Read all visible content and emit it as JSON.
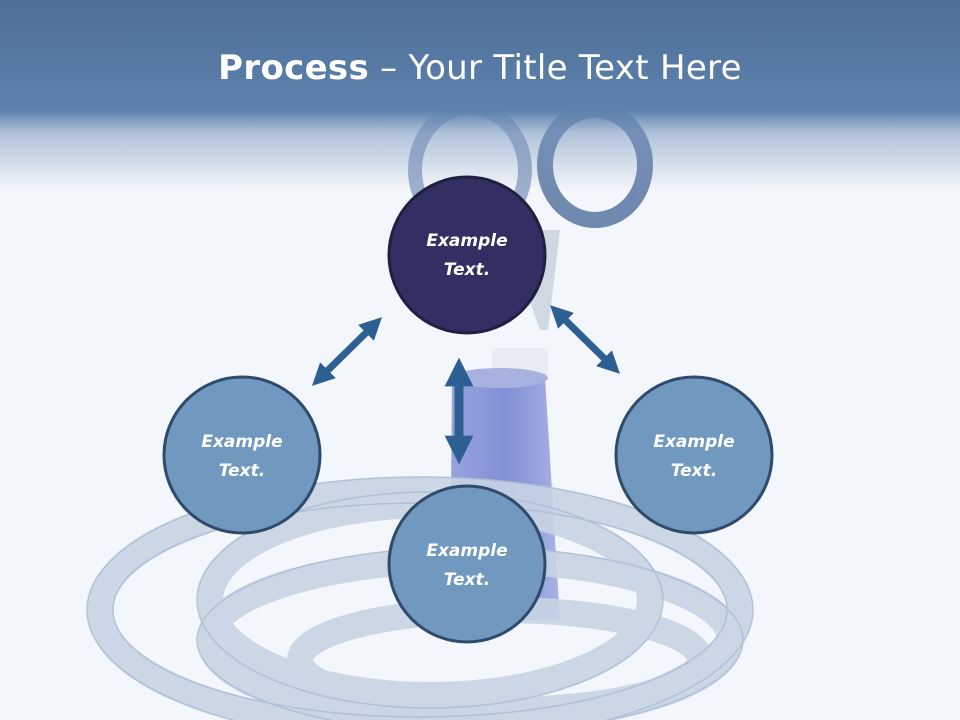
{
  "slide": {
    "title_bold": "Process",
    "title_dash": " – ",
    "title_rest": "Your Title Text Here"
  },
  "colors": {
    "header": "#5b7fab",
    "center_node": "#332f63",
    "outer_node": "#7199c0",
    "node_border": "#2f4a6b",
    "arrow": "#2e5f93"
  },
  "diagram": {
    "center": {
      "line1": "Example",
      "line2": "Text."
    },
    "left": {
      "line1": "Example",
      "line2": "Text."
    },
    "bottom": {
      "line1": "Example",
      "line2": "Text."
    },
    "right": {
      "line1": "Example",
      "line2": "Text."
    }
  },
  "background": {
    "image": "tape-measure-thread-scissors-photo"
  }
}
